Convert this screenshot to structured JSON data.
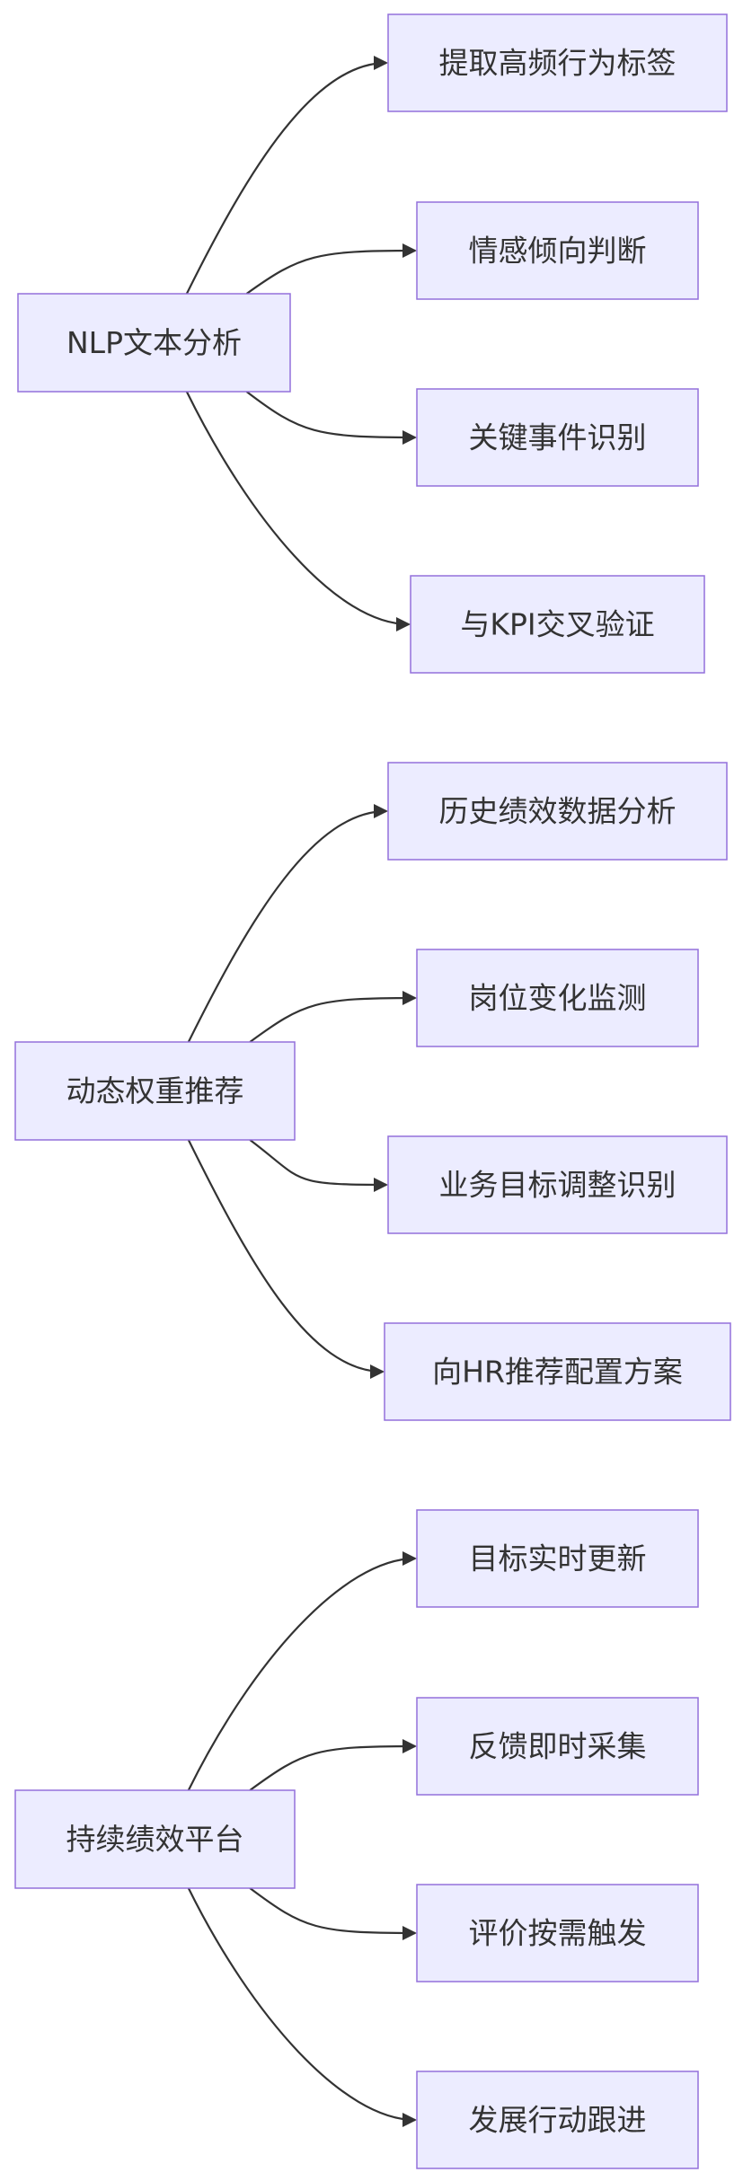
{
  "groups": [
    {
      "root": "NLP文本分析",
      "children": [
        "提取高频行为标签",
        "情感倾向判断",
        "关键事件识别",
        "与KPI交叉验证"
      ]
    },
    {
      "root": "动态权重推荐",
      "children": [
        "历史绩效数据分析",
        "岗位变化监测",
        "业务目标调整识别",
        "向HR推荐配置方案"
      ]
    },
    {
      "root": "持续绩效平台",
      "children": [
        "目标实时更新",
        "反馈即时采集",
        "评价按需触发",
        "发展行动跟进"
      ]
    }
  ],
  "colors": {
    "node_fill": "#ECECFF",
    "node_stroke": "#9370DB",
    "text": "#333333",
    "edge": "#333333"
  }
}
